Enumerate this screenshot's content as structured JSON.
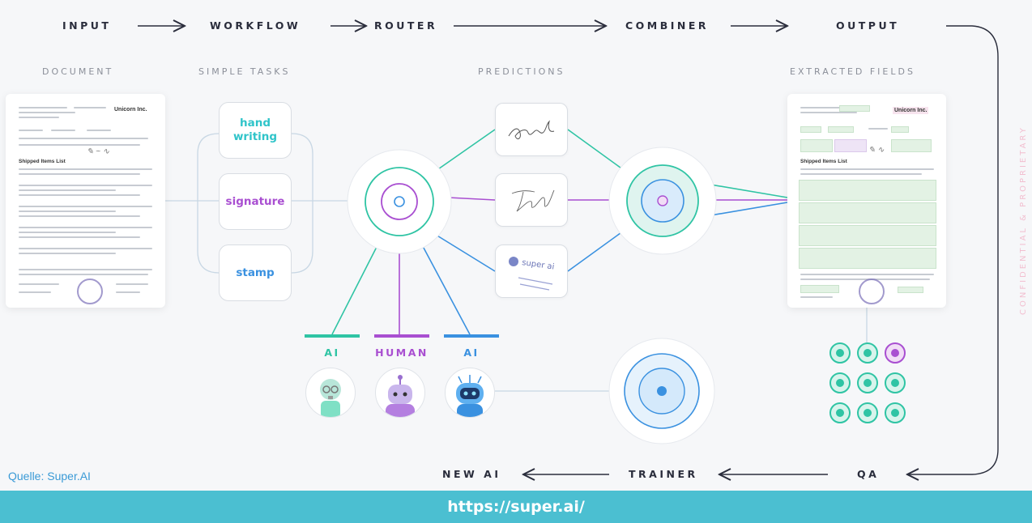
{
  "flow": {
    "input": "INPUT",
    "workflow": "WORKFLOW",
    "router": "ROUTER",
    "combiner": "COMBINER",
    "output": "OUTPUT",
    "new_ai": "NEW AI",
    "trainer": "TRAINER",
    "qa": "QA"
  },
  "sections": {
    "document": "DOCUMENT",
    "simple_tasks": "SIMPLE TASKS",
    "predictions": "PREDICTIONS",
    "extracted_fields": "EXTRACTED FIELDS"
  },
  "tasks": {
    "handwriting": "hand writing",
    "signature": "signature",
    "stamp": "stamp"
  },
  "labelers": [
    {
      "label": "AI",
      "color": "#2fc4a4"
    },
    {
      "label": "HUMAN",
      "color": "#a94fd1"
    },
    {
      "label": "AI",
      "color": "#3a91e0"
    }
  ],
  "document": {
    "company": "Unicorn Inc.",
    "section_title": "Shipped Items List"
  },
  "prediction_stamp_text": "super ai",
  "confidential": "CONFIDENTIAL & PROPRIETARY",
  "source": "Quelle: Super.AI",
  "footer_url": "https://super.ai/",
  "colors": {
    "teal": "#2fc4a4",
    "purple": "#a94fd1",
    "blue": "#3a91e0",
    "footer": "#4bbfd1"
  },
  "qa_grid": [
    "green",
    "green",
    "purple",
    "green",
    "green",
    "green",
    "green",
    "green",
    "green"
  ]
}
